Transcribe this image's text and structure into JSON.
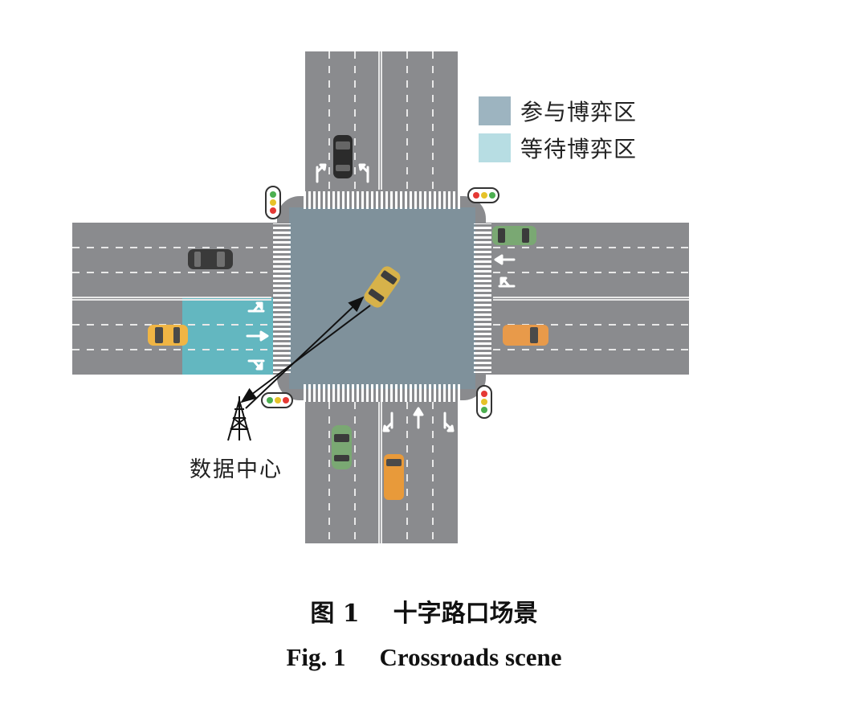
{
  "legend": [
    {
      "label": "参与博弈区",
      "color": "#9db4c0"
    },
    {
      "label": "等待博弈区",
      "color": "#b7dde3"
    }
  ],
  "data_center_label": "数据中心",
  "caption": {
    "cn_number": "图 1",
    "cn_title": "十字路口场景",
    "en_number": "Fig. 1",
    "en_title": "Crossroads scene"
  },
  "colors": {
    "road": "#8a8b8e",
    "intersection": "#7f919b",
    "waiting_zone": "#63b7c0",
    "participation_zone": "#9db4c0"
  }
}
